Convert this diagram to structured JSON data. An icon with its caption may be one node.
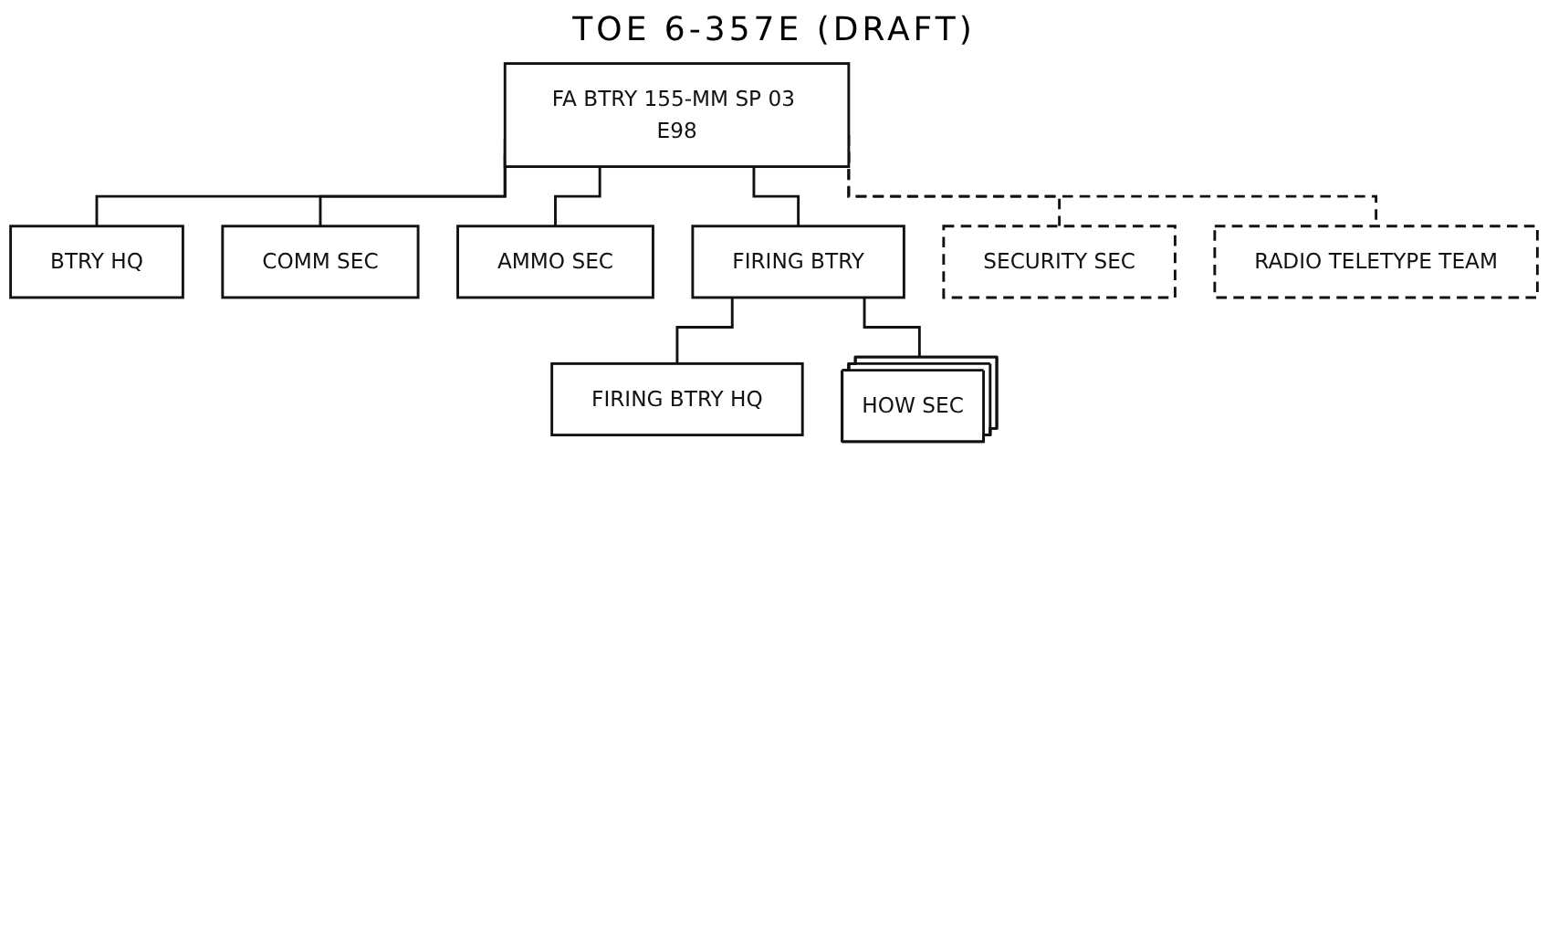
{
  "diagram": {
    "title": "TOE 6-357E (DRAFT)",
    "nodes": [
      {
        "text": [
          "FA BTRY 155-MM SP 03 E98"
        ]
      },
      {
        "text": [
          "BTRY HQ"
        ]
      },
      {
        "text": [
          "COMM SEC"
        ]
      },
      {
        "text": [
          "AMMO SEC"
        ]
      },
      {
        "text": [
          "FIRING BTRY"
        ]
      },
      {
        "text": [
          "SECURITY SEC"
        ]
      },
      {
        "text": [
          "RADIO TELETYPE TEAM"
        ]
      },
      {
        "text": [
          "FIRING BTRY HQ"
        ]
      },
      {
        "text": [
          "HOW SEC"
        ]
      }
    ],
    "edges": [
      {
        "from": 0,
        "to": 1,
        "arrow": "none"
      },
      {
        "from": 0,
        "to": 2,
        "arrow": "none"
      },
      {
        "from": 0,
        "to": 3,
        "arrow": "none"
      },
      {
        "from": 0,
        "to": 4,
        "arrow": "none"
      },
      {
        "from": 0,
        "to": 5,
        "arrow": "none",
        "style": "dashed"
      },
      {
        "from": 0,
        "to": 6,
        "arrow": "none",
        "style": "dashed"
      },
      {
        "from": 4,
        "to": 7,
        "arrow": "none"
      },
      {
        "from": 4,
        "to": 8,
        "arrow": "none"
      }
    ]
  }
}
